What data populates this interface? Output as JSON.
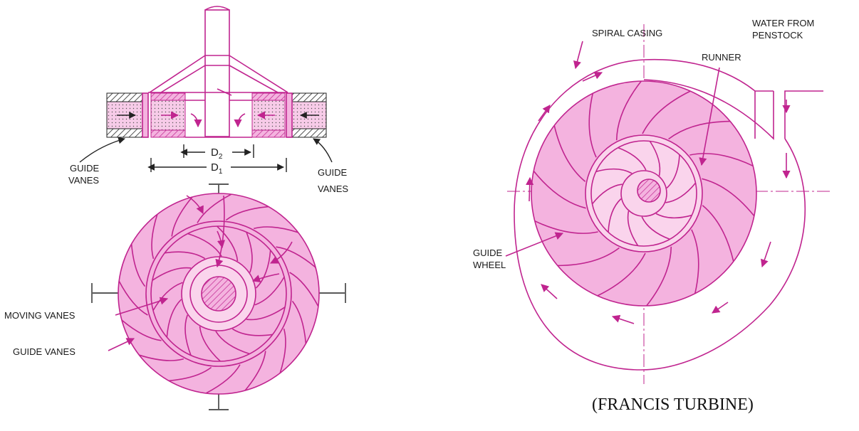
{
  "colors": {
    "line": "#c0248f",
    "fill": "#f4b3df",
    "hatch": "#222222",
    "text": "#1a1a1a"
  },
  "left_diagram": {
    "label_guide_vanes_left": [
      "GUIDE",
      "VANES"
    ],
    "label_guide_vanes_right": [
      "GUIDE",
      "VANES"
    ],
    "dim_inner": "D",
    "dim_inner_sub": "2",
    "dim_outer": "D",
    "dim_outer_sub": "1",
    "label_moving_vanes": "MOVING VANES",
    "label_guide_vanes_bottom": "GUIDE VANES"
  },
  "right_diagram": {
    "label_spiral_casing": "SPIRAL CASING",
    "label_water_from": [
      "WATER FROM",
      "PENSTOCK"
    ],
    "label_runner": "RUNNER",
    "label_guide_wheel": [
      "GUIDE",
      "WHEEL"
    ]
  },
  "caption": "(FRANCIS TURBINE)"
}
